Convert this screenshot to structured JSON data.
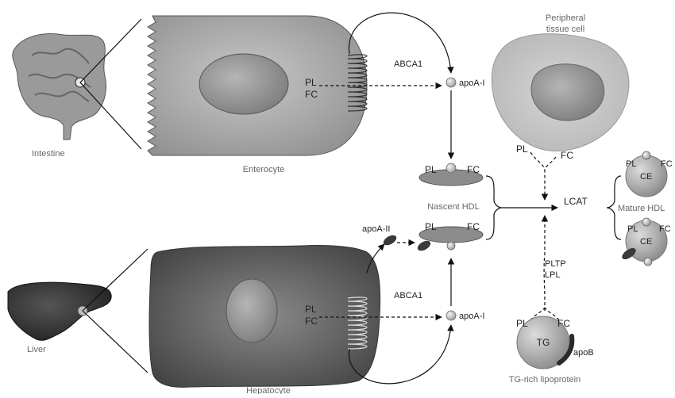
{
  "labels": {
    "intestine": "Intestine",
    "enterocyte": "Enterocyte",
    "liver": "Liver",
    "hepatocyte": "Hepatocyte",
    "peripheral_line1": "Peripheral",
    "peripheral_line2": "tissue cell",
    "abca1_top": "ABCA1",
    "abca1_bottom": "ABCA1",
    "pl_ent": "PL",
    "fc_ent": "FC",
    "pl_hep": "PL",
    "fc_hep": "FC",
    "apoa1_top": "apoA-I",
    "apoa1_bottom": "apoA-I",
    "apoa2": "apoA-II",
    "nascent_pl_top": "PL",
    "nascent_fc_top": "FC",
    "nascent_pl_bottom": "PL",
    "nascent_fc_bottom": "FC",
    "nascent_hdl": "Nascent HDL",
    "periph_pl": "PL",
    "periph_fc": "FC",
    "lcat": "LCAT",
    "mature_hdl": "Mature HDL",
    "mature_top_pl": "PL",
    "mature_top_fc": "FC",
    "mature_top_ce": "CE",
    "mature_bottom_pl": "PL",
    "mature_bottom_fc": "FC",
    "mature_bottom_ce": "CE",
    "pltp": "PLTP",
    "lpl": "LPL",
    "tg_pl": "PL",
    "tg_fc": "FC",
    "tg": "TG",
    "apob": "apoB",
    "tg_rich": "TG-rich lipoprotein"
  }
}
